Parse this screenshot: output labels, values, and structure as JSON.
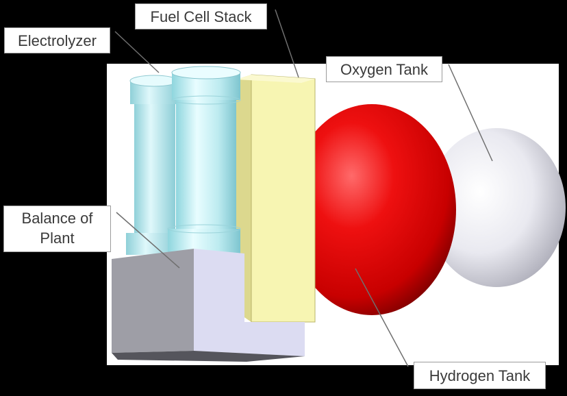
{
  "callouts": {
    "fuel_cell_stack": "Fuel Cell Stack",
    "electrolyzer": "Electrolyzer",
    "oxygen_tank": "Oxygen Tank",
    "balance_of_plant_line1": "Balance of",
    "balance_of_plant_line2": "Plant",
    "hydrogen_tank": "Hydrogen Tank"
  },
  "colors": {
    "background": "#000000",
    "panel": "#ffffff",
    "electrolyzer": "#c8f0f4",
    "fuel_cell_stack": "#f6f4b0",
    "hydrogen_tank": "#d40000",
    "oxygen_tank": "#eeeeee",
    "balance_of_plant": "#d0d0e8"
  }
}
